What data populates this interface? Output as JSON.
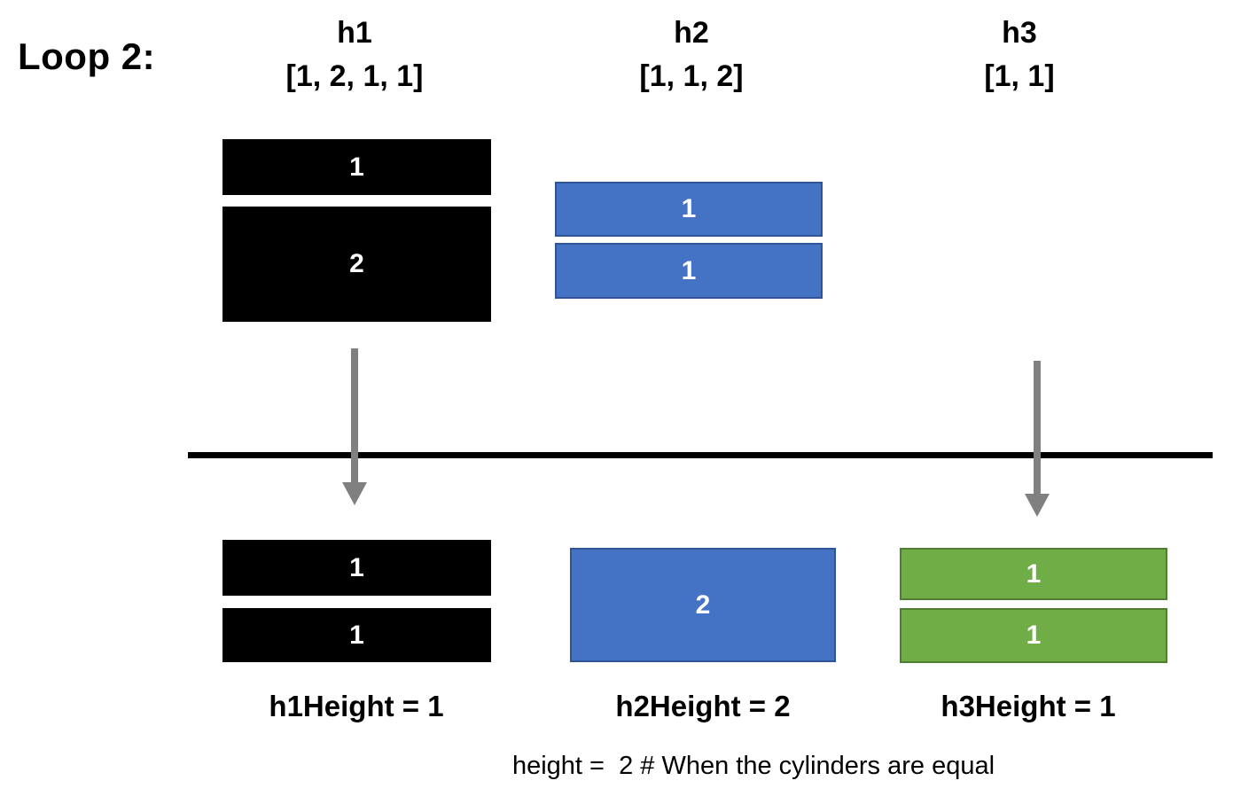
{
  "diagram": {
    "loop_label": "Loop 2:",
    "footer": "height =  2 # When the cylinders are equal"
  },
  "columns": {
    "h1": {
      "name": "h1",
      "array": "[1, 2, 1, 1]",
      "height_label": "h1Height = 1"
    },
    "h2": {
      "name": "h2",
      "array": "[1, 1, 2]",
      "height_label": "h2Height = 2"
    },
    "h3": {
      "name": "h3",
      "array": "[1, 1]",
      "height_label": "h3Height = 1"
    }
  },
  "top_stacks": {
    "h1": [
      "1",
      "2"
    ],
    "h2": [
      "1",
      "1"
    ],
    "h3": []
  },
  "bottom_stacks": {
    "h1": [
      "1",
      "1"
    ],
    "h2": [
      "2"
    ],
    "h3": [
      "1",
      "1"
    ]
  },
  "colors": {
    "black": "#000000",
    "blue": "#4472C4",
    "blue_border": "#2F5597",
    "green": "#70AD47",
    "green_border": "#507E32",
    "arrow_gray": "#808080"
  }
}
